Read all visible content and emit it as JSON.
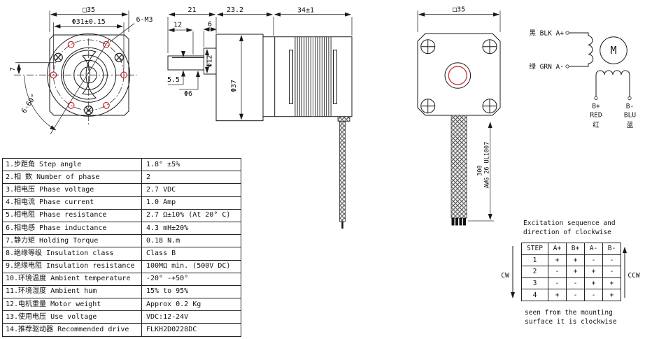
{
  "drawing": {
    "front_view": {
      "dim_width": "□35",
      "dim_bolt_circle": "Φ31±0.15",
      "dim_holes": "6-M3",
      "dim_offset": "7",
      "dim_angle": "6-60°"
    },
    "side_view": {
      "dim_shaft_total": "21",
      "dim_gearbox": "23.2",
      "dim_motor": "34±1",
      "dim_flat": "12",
      "dim_boss_len": "6",
      "dim_flat_depth": "5.5",
      "dim_shaft_dia": "Φ6",
      "dim_boss_dia": "Φ12",
      "dim_body_dia": "Φ37"
    },
    "rear_view": {
      "dim_width": "□35",
      "dim_lead_length": "300",
      "dim_wire_spec": "AWG 26 UL1007"
    },
    "wiring": {
      "phase_a_pos": "黑 BLK A+",
      "phase_a_neg": "绿 GRN A-",
      "motor_symbol": "M",
      "b_pos": "B+",
      "b_pos_color": "RED",
      "b_pos_cn": "红",
      "b_neg": "B-",
      "b_neg_color": "BLU",
      "b_neg_cn": "蓝"
    }
  },
  "spec_table": {
    "rows": [
      {
        "label": "1.步距角 Step angle",
        "value": "1.8° ±5%"
      },
      {
        "label": "2.相  数 Number of phase",
        "value": "2"
      },
      {
        "label": "3.相电压 Phase voltage",
        "value": "2.7 VDC"
      },
      {
        "label": "4.相电流 Phase current",
        "value": "1.0 Amp"
      },
      {
        "label": "5.相电阻 Phase resistance",
        "value": "2.7 Ω±10% (At 20° C)"
      },
      {
        "label": "6.相电感 Phase inductance",
        "value": "4.3 mH±20%"
      },
      {
        "label": "7.静力矩 Holding Torque",
        "value": "0.18 N.m"
      },
      {
        "label": "8.绝缘等级 Insulation class",
        "value": "Class B"
      },
      {
        "label": "9.绝缘电阻 Insulation resistance",
        "value": "100MΩ min. (500V DC)"
      },
      {
        "label": "10.环境温度 Ambient temperature",
        "value": "-20° -+50°"
      },
      {
        "label": "11.环境湿度 Ambient hum",
        "value": "15% to 95%"
      },
      {
        "label": "12.电机重量 Motor weight",
        "value": "Approx 0.2 Kg"
      },
      {
        "label": "13.使用电压 Use voltage",
        "value": "VDC:12-24V"
      },
      {
        "label": "14.推荐驱动器 Recommended drive",
        "value": "FLKH2D0228DC"
      }
    ]
  },
  "excitation": {
    "title_line1": "Excitation sequence and",
    "title_line2": "direction of clockwise",
    "headers": [
      "STEP",
      "A+",
      "B+",
      "A-",
      "B-"
    ],
    "rows": [
      [
        "1",
        "+",
        "+",
        "-",
        "-"
      ],
      [
        "2",
        "-",
        "+",
        "+",
        "-"
      ],
      [
        "3",
        "-",
        "-",
        "+",
        "+"
      ],
      [
        "4",
        "+",
        "-",
        "-",
        "+"
      ]
    ],
    "cw_label": "CW",
    "ccw_label": "CCW",
    "note_line1": "seen from the mounting",
    "note_line2": "surface it is clockwise"
  },
  "colors": {
    "line": "#1a1a1a",
    "accent_red": "#cc2222"
  }
}
